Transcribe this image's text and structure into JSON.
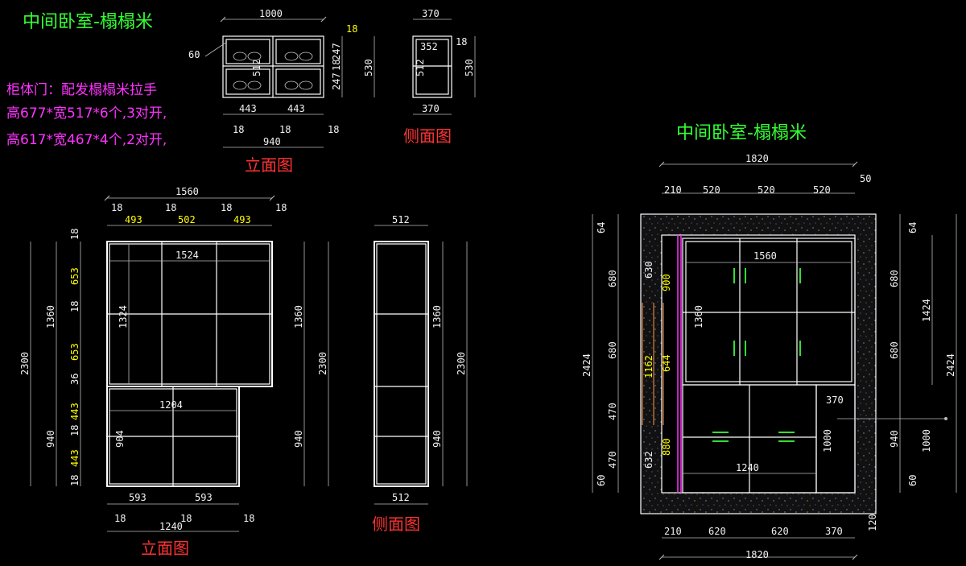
{
  "titles": {
    "top_left": "中间卧室-榻榻米",
    "right": "中间卧室-榻榻米",
    "elev_small": "立面图",
    "side_small": "侧面图",
    "elev_large": "立面图",
    "side_large": "侧面图"
  },
  "notes": {
    "line1": "柜体门：配发榻榻米拉手",
    "line2": "高677*宽517*6个,3对开,",
    "line3": "高617*宽467*4个,2对开,"
  },
  "small_front": {
    "w_total": "1000",
    "v18a": "18",
    "v247a": "247",
    "v18b": "18",
    "v247b": "247",
    "h530": "530",
    "h60": "60",
    "inner512": "512",
    "w443a": "443",
    "w443b": "443",
    "b18a": "18",
    "b18b": "18",
    "b18c": "18",
    "w940": "940"
  },
  "small_side": {
    "w370t": "370",
    "w352": "352",
    "r18": "18",
    "h512": "512",
    "h530": "530",
    "w370b": "370"
  },
  "large_front": {
    "w1560": "1560",
    "t18a": "18",
    "t18b": "18",
    "t18c": "18",
    "t18d": "18",
    "w493a": "493",
    "w502": "502",
    "w493b": "493",
    "w1524": "1524",
    "l18a": "18",
    "l653a": "653",
    "l18b": "18",
    "l653b": "653",
    "l36": "36",
    "l443a": "443",
    "l18c": "18",
    "l443b": "443",
    "l18d": "18",
    "h1360": "1360",
    "h940": "940",
    "h2300": "2300",
    "inner1324": "1324",
    "w1204": "1204",
    "inner904": "904",
    "r1360": "1360",
    "r940": "940",
    "r2300": "2300",
    "w593a": "593",
    "w593b": "593",
    "b18a": "18",
    "b18b": "18",
    "b18c": "18",
    "w1240": "1240"
  },
  "large_side": {
    "w512t": "512",
    "r1360": "1360",
    "r940": "940",
    "r2300": "2300",
    "w512b": "512"
  },
  "plan": {
    "w1820t": "1820",
    "w210t": "210",
    "w520a": "520",
    "w520b": "520",
    "w520c": "520",
    "r50": "50",
    "l64": "64",
    "l680a": "680",
    "l680b": "680",
    "l470a": "470",
    "l470b": "470",
    "l60": "60",
    "l2424": "2424",
    "i630": "630",
    "i632": "632",
    "i900": "900",
    "i1162": "1162",
    "i644": "644",
    "i880": "880",
    "i1560": "1560",
    "i1360": "1360",
    "i370": "370",
    "i1000": "1000",
    "i1240": "1240",
    "r64": "64",
    "r680a": "680",
    "r680b": "680",
    "r940": "940",
    "r60": "60",
    "r1424": "1424",
    "r1000": "1000",
    "r2424": "2424",
    "r120": "120",
    "b210": "210",
    "b620a": "620",
    "b620b": "620",
    "b370": "370",
    "w1820b": "1820"
  },
  "colors": {
    "background": "#000000",
    "line": "#ffffff",
    "dimension_text": "#ffff00",
    "title_green": "#33ff33",
    "title_red": "#ff3333",
    "note_magenta": "#ff33ff",
    "handle_green": "#33dd33"
  }
}
